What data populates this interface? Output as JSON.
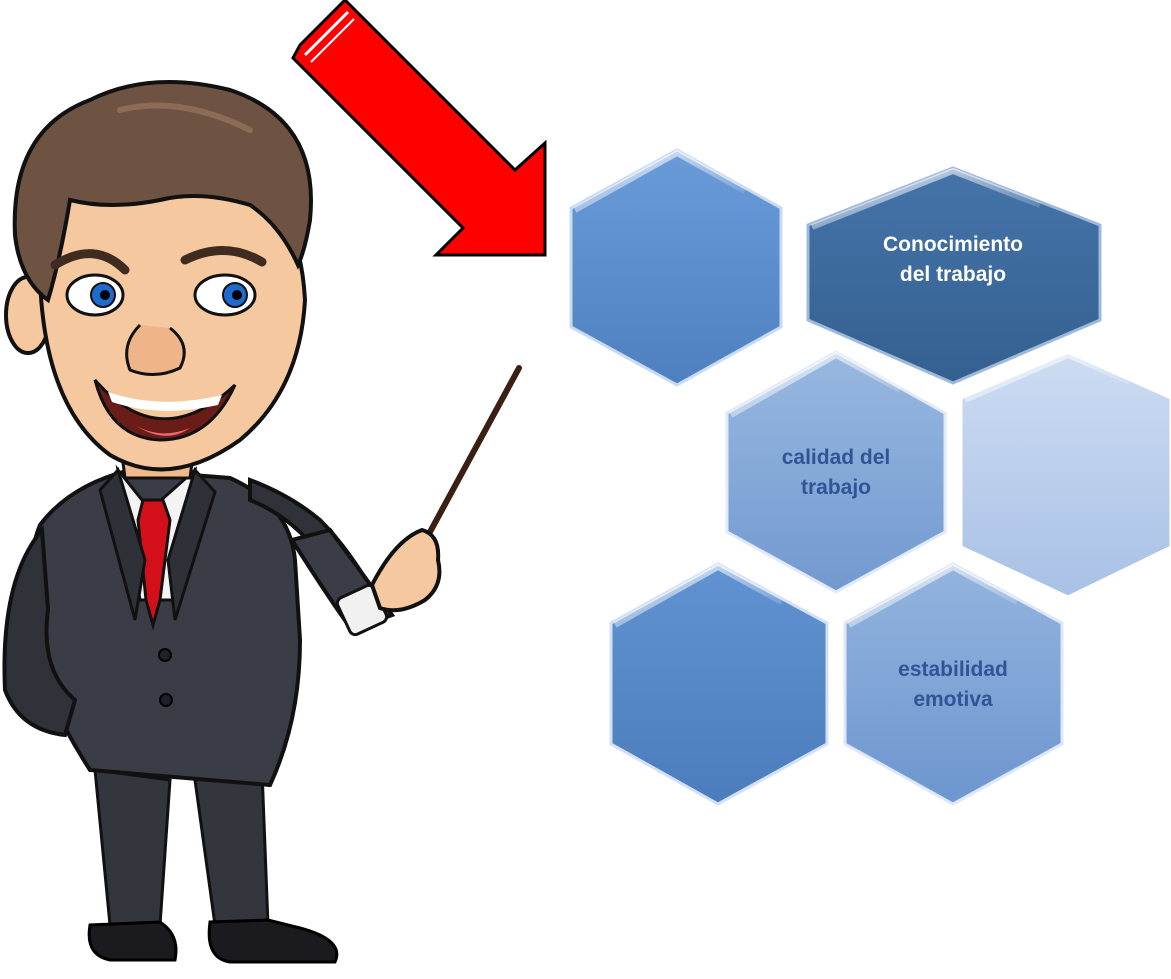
{
  "diagram": {
    "hexagons": [
      {
        "id": "hex-1",
        "label": "",
        "fill": "#5b8ed0"
      },
      {
        "id": "hex-2",
        "label": "Conocimiento\ndel trabajo",
        "fill": "#3a6aa0"
      },
      {
        "id": "hex-3",
        "label": "calidad del\ntrabajo",
        "fill": "#85a9d8"
      },
      {
        "id": "hex-4",
        "label": "",
        "fill": "#b6cbea"
      },
      {
        "id": "hex-5",
        "label": "",
        "fill": "#5787c4"
      },
      {
        "id": "hex-6",
        "label": "estabilidad\nemotiva",
        "fill": "#7ea4d6"
      }
    ],
    "colors": {
      "arrow": "#ff0000",
      "arrow_outline": "#000000",
      "label_light": "#ffffff",
      "label_dark": "#2f5597"
    },
    "illustration": {
      "subject": "cartoon businessman holding a pointer",
      "suit": "#3a3d45",
      "tie": "#d3101a",
      "hair": "#6e5342",
      "skin": "#f6c8a0"
    }
  }
}
